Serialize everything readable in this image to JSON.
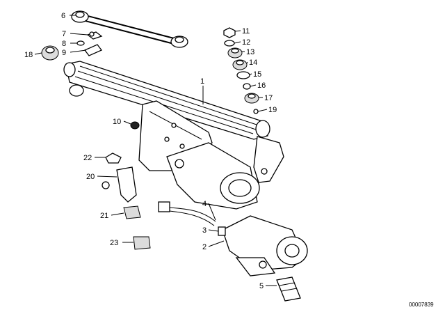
{
  "callouts": [
    {
      "id": "c1",
      "text": "1"
    },
    {
      "id": "c2",
      "text": "2"
    },
    {
      "id": "c3",
      "text": "3"
    },
    {
      "id": "c4",
      "text": "4"
    },
    {
      "id": "c5",
      "text": "5"
    },
    {
      "id": "c6",
      "text": "6"
    },
    {
      "id": "c7",
      "text": "7"
    },
    {
      "id": "c8",
      "text": "8"
    },
    {
      "id": "c9",
      "text": "9"
    },
    {
      "id": "c10",
      "text": "10"
    },
    {
      "id": "c11",
      "text": "11"
    },
    {
      "id": "c12",
      "text": "12"
    },
    {
      "id": "c13",
      "text": "13"
    },
    {
      "id": "c14",
      "text": "14"
    },
    {
      "id": "c15",
      "text": "15"
    },
    {
      "id": "c16",
      "text": "16"
    },
    {
      "id": "c17",
      "text": "17"
    },
    {
      "id": "c18",
      "text": "18"
    },
    {
      "id": "c19",
      "text": "19"
    },
    {
      "id": "c20",
      "text": "20"
    },
    {
      "id": "c21",
      "text": "21"
    },
    {
      "id": "c22",
      "text": "22"
    },
    {
      "id": "c23",
      "text": "23"
    }
  ],
  "reference_number": "00007839"
}
